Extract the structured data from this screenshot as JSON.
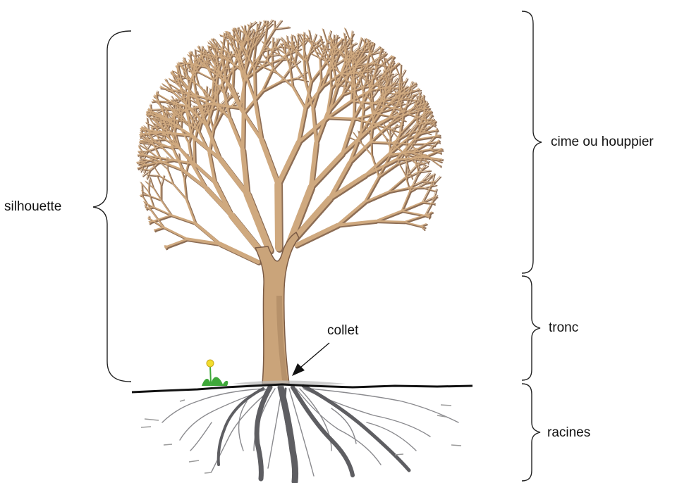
{
  "labels": {
    "silhouette": "silhouette",
    "cime": "cime ou houppier",
    "tronc": "tronc",
    "racines": "racines",
    "collet": "collet"
  },
  "colors": {
    "branch": "#cfa97f",
    "branch_shadow": "#8c6d55",
    "trunk": "#caa47a",
    "root": "#5e5e62",
    "root_thin": "#8a8a8e",
    "ground": "#111111",
    "bracket": "#222222",
    "flower": "#f2dd2c",
    "leaf": "#3fa83a"
  }
}
